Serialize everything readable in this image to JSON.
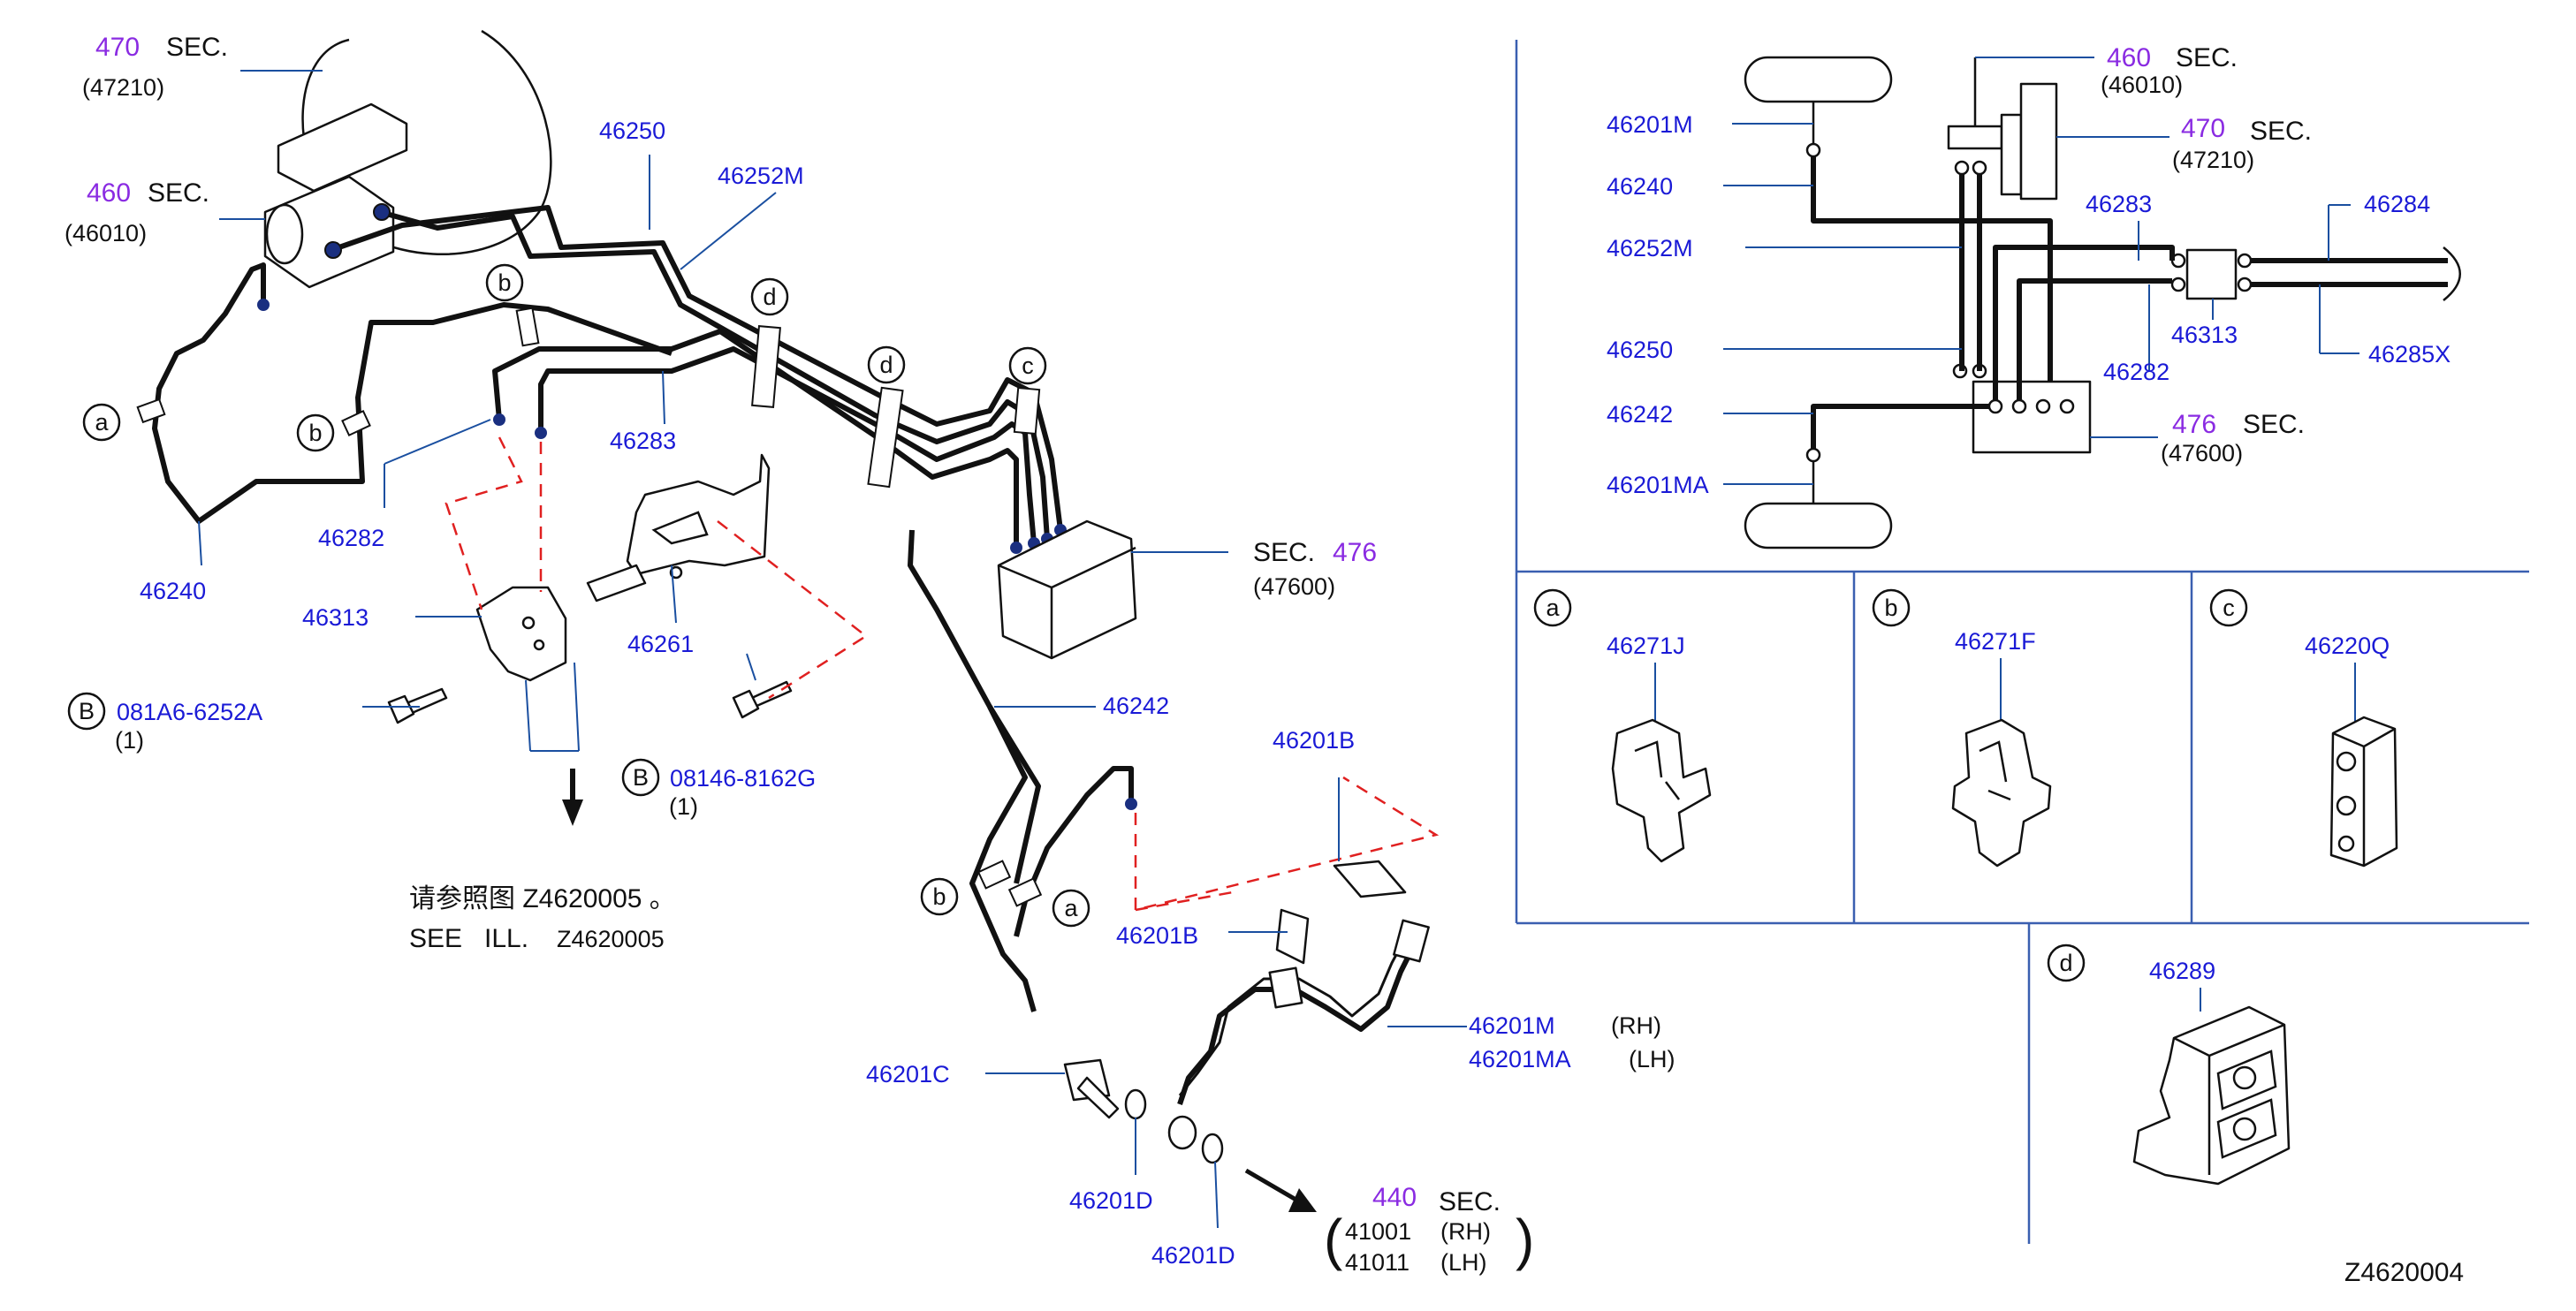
{
  "diagram_id": "Z4620004",
  "see_note": {
    "chinese": "请参照图 Z4620005  。",
    "english_prefix": "SEE   ILL.",
    "english_ref": "Z4620005"
  },
  "main": {
    "sec470": {
      "num": "470",
      "word": "SEC.",
      "ref": "(47210)"
    },
    "sec460": {
      "num": "460",
      "word": "SEC.",
      "ref": "(46010)"
    },
    "sec476": {
      "word": "SEC.",
      "num": "476",
      "ref": "(47600)"
    },
    "sec440": {
      "num": "440",
      "word": "SEC.",
      "ref_rh": "41001",
      "ref_lh": "41011",
      "rh": "(RH)",
      "lh": "(LH)"
    },
    "p46250": "46250",
    "p46252M": "46252M",
    "p46283": "46283",
    "p46282": "46282",
    "p46240": "46240",
    "p46313": "46313",
    "p46261": "46261",
    "p46242": "46242",
    "p46201B_top": "46201B",
    "p46201B_bottom": "46201B",
    "p46201M": "46201M",
    "p46201MA": "46201MA",
    "rh": "(RH)",
    "lh": "(LH)",
    "p46201C": "46201C",
    "p46201D_left": "46201D",
    "p46201D_right": "46201D",
    "bolt1": {
      "b": "B",
      "num": "081A6-6252A",
      "qty": "(1)"
    },
    "bolt2": {
      "b": "B",
      "num": "08146-8162G",
      "qty": "(1)"
    },
    "callouts": {
      "a1": "a",
      "b1": "b",
      "b2": "b",
      "d1": "d",
      "d2": "d",
      "c1": "c",
      "b3": "b",
      "a2": "a"
    }
  },
  "schematic": {
    "sec460": {
      "num": "460",
      "word": "SEC.",
      "ref": "(46010)"
    },
    "sec470": {
      "num": "470",
      "word": "SEC.",
      "ref": "(47210)"
    },
    "sec476": {
      "num": "476",
      "word": "SEC.",
      "ref": "(47600)"
    },
    "p46201M": "46201M",
    "p46240": "46240",
    "p46252M": "46252M",
    "p46250": "46250",
    "p46242": "46242",
    "p46201MA": "46201MA",
    "p46283": "46283",
    "p46284": "46284",
    "p46313": "46313",
    "p46282": "46282",
    "p46285X": "46285X"
  },
  "details": {
    "a": {
      "letter": "a",
      "part": "46271J"
    },
    "b": {
      "letter": "b",
      "part": "46271F"
    },
    "c": {
      "letter": "c",
      "part": "46220Q"
    },
    "d": {
      "letter": "d",
      "part": "46289"
    }
  }
}
